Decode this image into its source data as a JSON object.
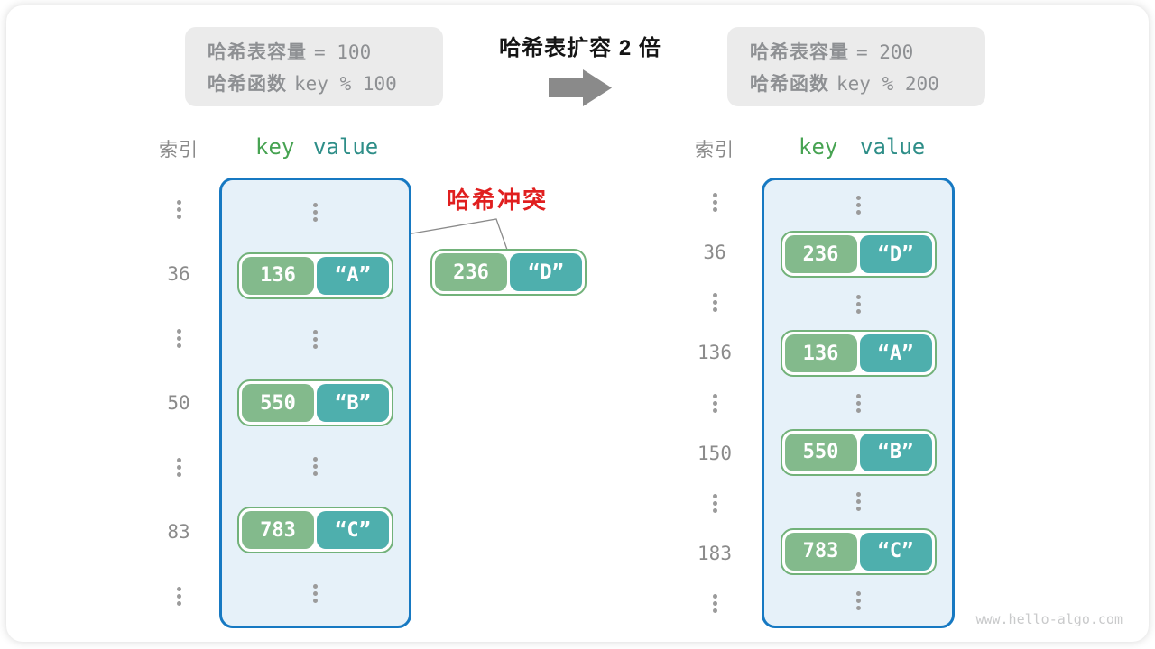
{
  "info_left": {
    "line1_label": "哈希表容量",
    "line1_value": "= 100",
    "line2_label": "哈希函数",
    "line2_value": "key % 100"
  },
  "info_right": {
    "line1_label": "哈希表容量",
    "line1_value": "= 200",
    "line2_label": "哈希函数",
    "line2_value": "key % 200"
  },
  "transform": {
    "title": "哈希表扩容 2 倍",
    "arrow_icon": "arrow-right"
  },
  "collision_label": "哈希冲突",
  "collision_pair": {
    "key": "236",
    "value": "“D”"
  },
  "left_table": {
    "index_label": "索引",
    "key_label": "key",
    "value_label": "value",
    "rows": [
      {
        "type": "dots"
      },
      {
        "type": "pair",
        "index": "36",
        "key": "136",
        "value": "“A”"
      },
      {
        "type": "dots"
      },
      {
        "type": "pair",
        "index": "50",
        "key": "550",
        "value": "“B”"
      },
      {
        "type": "dots"
      },
      {
        "type": "pair",
        "index": "83",
        "key": "783",
        "value": "“C”"
      },
      {
        "type": "dots"
      }
    ]
  },
  "right_table": {
    "index_label": "索引",
    "key_label": "key",
    "value_label": "value",
    "rows": [
      {
        "type": "dots"
      },
      {
        "type": "pair",
        "index": "36",
        "key": "236",
        "value": "“D”"
      },
      {
        "type": "dots"
      },
      {
        "type": "pair",
        "index": "136",
        "key": "136",
        "value": "“A”"
      },
      {
        "type": "dots"
      },
      {
        "type": "pair",
        "index": "150",
        "key": "550",
        "value": "“B”"
      },
      {
        "type": "dots"
      },
      {
        "type": "pair",
        "index": "183",
        "key": "783",
        "value": "“C”"
      },
      {
        "type": "dots"
      }
    ]
  },
  "watermark": "www.hello-algo.com",
  "colors": {
    "key_box": "#83BA8C",
    "value_box": "#4EAFAD",
    "pair_border": "#72B27A",
    "bucket_fill": "#E6F1F9",
    "bucket_border": "#1779C2",
    "key_header": "#47A352",
    "value_header": "#2E8E88",
    "collision_red": "#E01F1F",
    "info_bg": "#EBEBEB",
    "gray_text": "#8E9093",
    "arrow_gray": "#8A8A8A"
  }
}
